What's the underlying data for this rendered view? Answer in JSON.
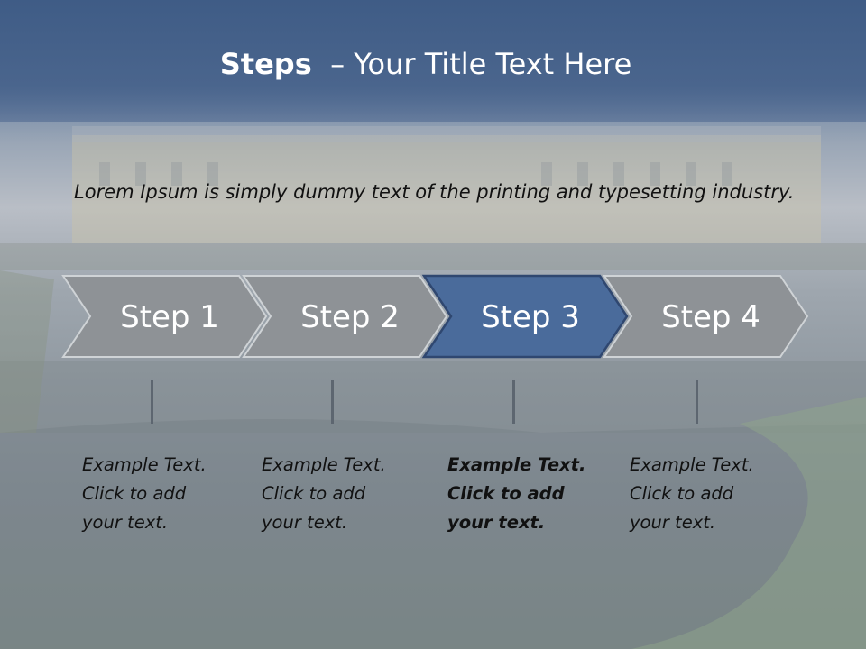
{
  "slide": {
    "title_bold": "Steps",
    "title_rest": "– Your Title Text Here",
    "intro": "Lorem Ipsum is simply dummy text of the printing and typesetting industry.",
    "accent_color": "#4a6b9b",
    "step_color": "#8e9296",
    "steps": [
      {
        "label": "Step 1",
        "active": false,
        "text": [
          "Example Text.",
          "Click  to add",
          "your text."
        ]
      },
      {
        "label": "Step 2",
        "active": false,
        "text": [
          "Example Text.",
          "Click  to add",
          "your text."
        ]
      },
      {
        "label": "Step 3",
        "active": true,
        "text": [
          "Example Text.",
          "Click  to add",
          "your text."
        ]
      },
      {
        "label": "Step 4",
        "active": false,
        "text": [
          "Example Text.",
          "Click  to add",
          "your text."
        ]
      }
    ]
  }
}
